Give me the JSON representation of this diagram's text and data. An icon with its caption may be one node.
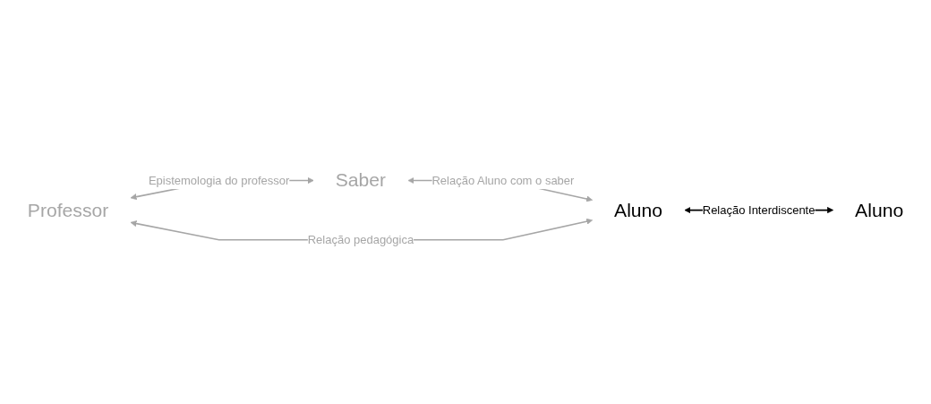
{
  "diagram": {
    "nodes": [
      {
        "text": [
          "Saber"
        ]
      },
      {
        "text": [
          "Professor"
        ]
      },
      {
        "text": [
          "Aluno"
        ]
      },
      {
        "text": [
          "Aluno"
        ]
      }
    ],
    "edges": [
      {
        "from": 1,
        "to": 0,
        "arrow": "both",
        "label": "Epistemologia do professor"
      },
      {
        "from": 0,
        "to": 2,
        "arrow": "both",
        "label": "Relação Aluno com o saber"
      },
      {
        "from": 1,
        "to": 2,
        "arrow": "both",
        "label": "Relação pedagógica"
      },
      {
        "from": 2,
        "to": 3,
        "arrow": "both",
        "label": "Relação Interdiscente",
        "color": "#000000"
      }
    ]
  }
}
